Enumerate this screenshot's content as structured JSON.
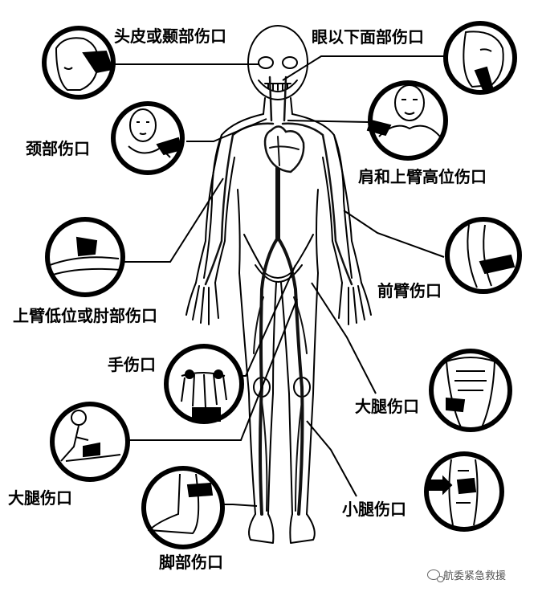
{
  "labels": {
    "scalp": "头皮或颞部伤口",
    "below_eye": "眼以下面部伤口",
    "neck": "颈部伤口",
    "shoulder_upper_arm": "肩和上臂高位伤口",
    "lower_arm_elbow": "上臂低位或肘部伤口",
    "forearm": "前臂伤口",
    "hand": "手伤口",
    "thigh_right": "大腿伤口",
    "thigh_left": "大腿伤口",
    "calf": "小腿伤口",
    "foot": "脚部伤口"
  },
  "watermark": {
    "text": "航委紧急救援",
    "icon": "wechat-icon"
  },
  "colors": {
    "ink": "#000000",
    "paper": "#ffffff",
    "artery": "#111111"
  },
  "icons": {
    "scalp": "scalp-pressure-icon",
    "below_eye": "jaw-pressure-icon",
    "neck": "neck-pressure-icon",
    "shoulder": "shoulder-pressure-icon",
    "lower_arm": "arm-pressure-icon",
    "forearm": "forearm-pressure-icon",
    "hand": "hand-pressure-icon",
    "thigh_right": "thigh-pressure-icon",
    "thigh_left": "seated-thigh-pressure-icon",
    "calf": "calf-pressure-icon",
    "foot": "foot-pressure-icon"
  }
}
